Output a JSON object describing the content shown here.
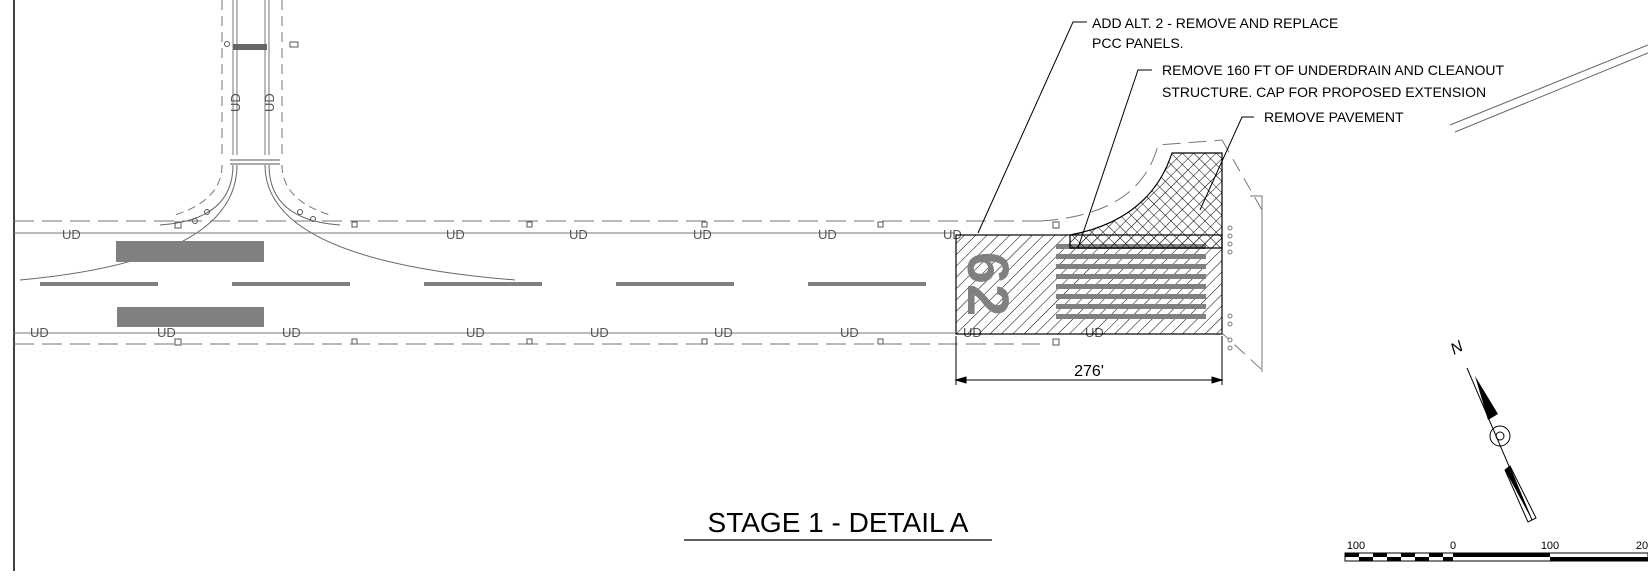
{
  "title": "STAGE 1 - DETAIL A",
  "callouts": {
    "alt2_line1": "ADD ALT. 2 - REMOVE AND REPLACE",
    "alt2_line2": "PCC PANELS.",
    "underdrain_line1": "REMOVE 160 FT OF UNDERDRAIN AND CLEANOUT",
    "underdrain_line2": "STRUCTURE. CAP FOR PROPOSED EXTENSION",
    "remove_pavement": "REMOVE PAVEMENT"
  },
  "dimension": "276'",
  "runway_number": "62",
  "underdrain_label": "UD",
  "north_label": "N",
  "scale_bar": {
    "labels": [
      "100",
      "0",
      "100",
      "20"
    ]
  },
  "colors": {
    "line": "#000000",
    "gray": "#808080",
    "dash": "#555555"
  }
}
